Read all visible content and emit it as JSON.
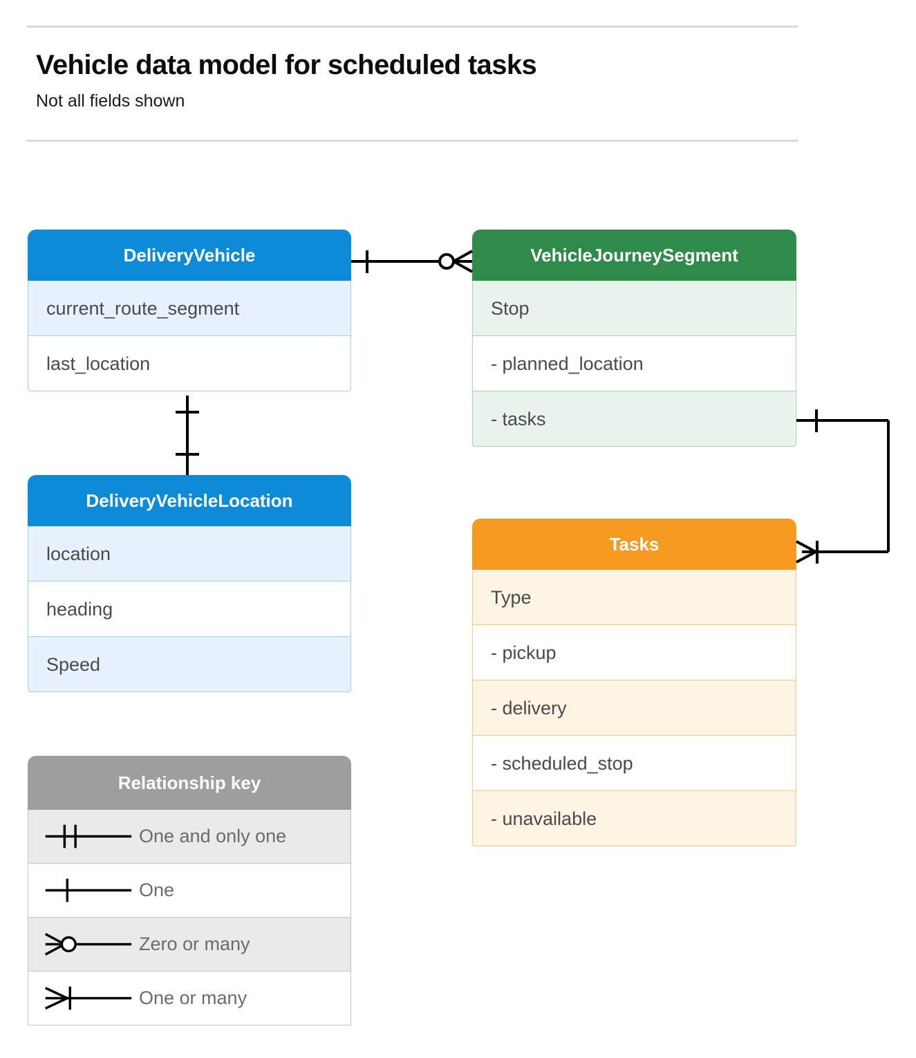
{
  "header": {
    "title": "Vehicle data model for scheduled tasks",
    "subtitle": "Not all fields shown"
  },
  "colors": {
    "blue_header": "#0d8bd9",
    "blue_tint": "#e8f2fd",
    "blue_border": "#9fd0f2",
    "green_header": "#2e8b4a",
    "green_tint": "#e8f4ec",
    "green_border": "#a6d6b3",
    "orange_header": "#f79a20",
    "orange_tint": "#fdf4e3",
    "orange_border": "#f7c97a",
    "legend_header": "#9e9e9e",
    "legend_tint": "#eaeaea",
    "connector": "#000000",
    "divider": "#d9d9d9"
  },
  "entities": [
    {
      "id": "delivery-vehicle",
      "title": "DeliveryVehicle",
      "theme": "blue",
      "rows": [
        {
          "label": "current_route_segment",
          "fill": "tint"
        },
        {
          "label": "last_location",
          "fill": "plain"
        }
      ]
    },
    {
      "id": "vehicle-journey-segment",
      "title": "VehicleJourneySegment",
      "theme": "green",
      "rows": [
        {
          "label": "Stop",
          "fill": "tint"
        },
        {
          "label": "-  planned_location",
          "fill": "plain"
        },
        {
          "label": "- tasks",
          "fill": "tint"
        }
      ]
    },
    {
      "id": "delivery-vehicle-location",
      "title": "DeliveryVehicleLocation",
      "theme": "blue",
      "rows": [
        {
          "label": "location",
          "fill": "tint"
        },
        {
          "label": "heading",
          "fill": "plain"
        },
        {
          "label": "Speed",
          "fill": "tint"
        }
      ]
    },
    {
      "id": "tasks",
      "title": "Tasks",
      "theme": "orange",
      "rows": [
        {
          "label": "Type",
          "fill": "tint"
        },
        {
          "label": "-  pickup",
          "fill": "plain"
        },
        {
          "label": "-  delivery",
          "fill": "tint"
        },
        {
          "label": "-  scheduled_stop",
          "fill": "plain"
        },
        {
          "label": "-  unavailable",
          "fill": "tint"
        }
      ]
    }
  ],
  "legend": {
    "title": "Relationship key",
    "rows": [
      {
        "symbol": "one-and-only-one-symbol",
        "label": "One and only one",
        "fill": "tint"
      },
      {
        "symbol": "one-symbol",
        "label": "One",
        "fill": "plain"
      },
      {
        "symbol": "zero-or-many-symbol",
        "label": "Zero or many",
        "fill": "tint"
      },
      {
        "symbol": "one-or-many-symbol",
        "label": "One or many",
        "fill": "plain"
      }
    ]
  },
  "relationships": [
    {
      "id": "delivery-vehicle-to-journey-segment",
      "from": "DeliveryVehicle",
      "to": "VehicleJourneySegment",
      "from_cardinality": "One",
      "to_cardinality": "Zero or many"
    },
    {
      "id": "delivery-vehicle-to-vehicle-location",
      "from": "DeliveryVehicle",
      "to": "DeliveryVehicleLocation",
      "from_cardinality": "One",
      "to_cardinality": "One"
    },
    {
      "id": "journey-segment-tasks-to-tasks",
      "from": "VehicleJourneySegment.tasks",
      "to": "Tasks",
      "from_cardinality": "One",
      "to_cardinality": "One or many"
    }
  ]
}
